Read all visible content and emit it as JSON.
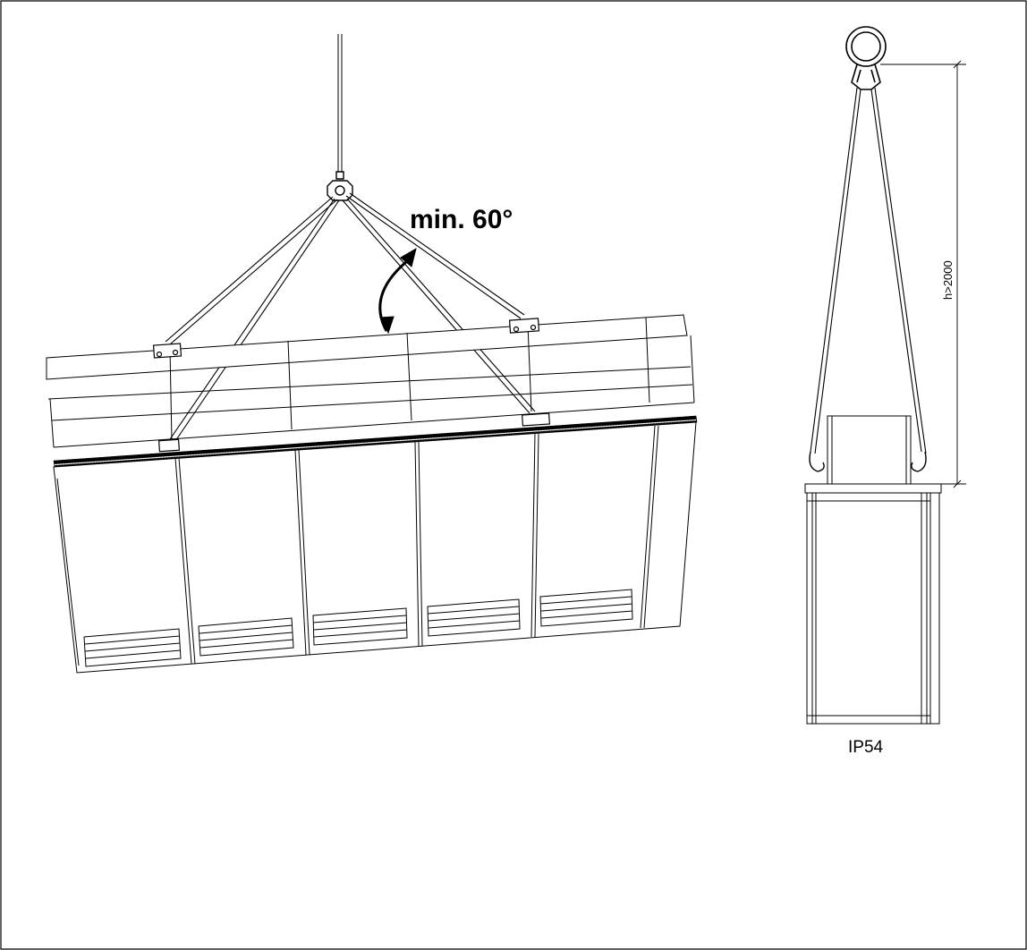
{
  "annotations": {
    "angle_label": "min. 60°",
    "height_label": "h>2000",
    "variant_label": "IP54"
  },
  "colors": {
    "line": "#000000",
    "background": "#ffffff"
  }
}
